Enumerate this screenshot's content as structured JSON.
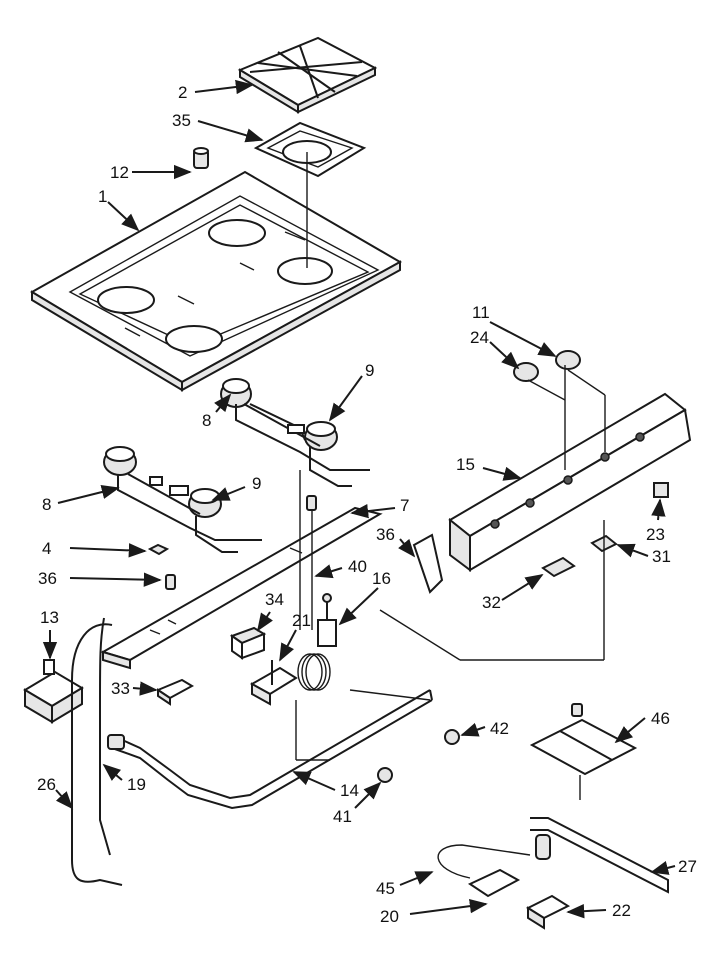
{
  "header_text": "",
  "callouts": [
    {
      "id": "c1",
      "label": "1"
    },
    {
      "id": "c2",
      "label": "2"
    },
    {
      "id": "c4",
      "label": "4"
    },
    {
      "id": "c7",
      "label": "7"
    },
    {
      "id": "c8a",
      "label": "8"
    },
    {
      "id": "c8b",
      "label": "8"
    },
    {
      "id": "c9a",
      "label": "9"
    },
    {
      "id": "c9b",
      "label": "9"
    },
    {
      "id": "c11",
      "label": "11"
    },
    {
      "id": "c12",
      "label": "12"
    },
    {
      "id": "c13",
      "label": "13"
    },
    {
      "id": "c14",
      "label": "14"
    },
    {
      "id": "c15",
      "label": "15"
    },
    {
      "id": "c16",
      "label": "16"
    },
    {
      "id": "c19",
      "label": "19"
    },
    {
      "id": "c20",
      "label": "20"
    },
    {
      "id": "c21",
      "label": "21"
    },
    {
      "id": "c22",
      "label": "22"
    },
    {
      "id": "c23",
      "label": "23"
    },
    {
      "id": "c24",
      "label": "24"
    },
    {
      "id": "c26",
      "label": "26"
    },
    {
      "id": "c27",
      "label": "27"
    },
    {
      "id": "c31",
      "label": "31"
    },
    {
      "id": "c32",
      "label": "32"
    },
    {
      "id": "c33",
      "label": "33"
    },
    {
      "id": "c34",
      "label": "34"
    },
    {
      "id": "c35",
      "label": "35"
    },
    {
      "id": "c36a",
      "label": "36"
    },
    {
      "id": "c36b",
      "label": "36"
    },
    {
      "id": "c40",
      "label": "40"
    },
    {
      "id": "c41",
      "label": "41"
    },
    {
      "id": "c42",
      "label": "42"
    },
    {
      "id": "c45",
      "label": "45"
    },
    {
      "id": "c46",
      "label": "46"
    }
  ]
}
